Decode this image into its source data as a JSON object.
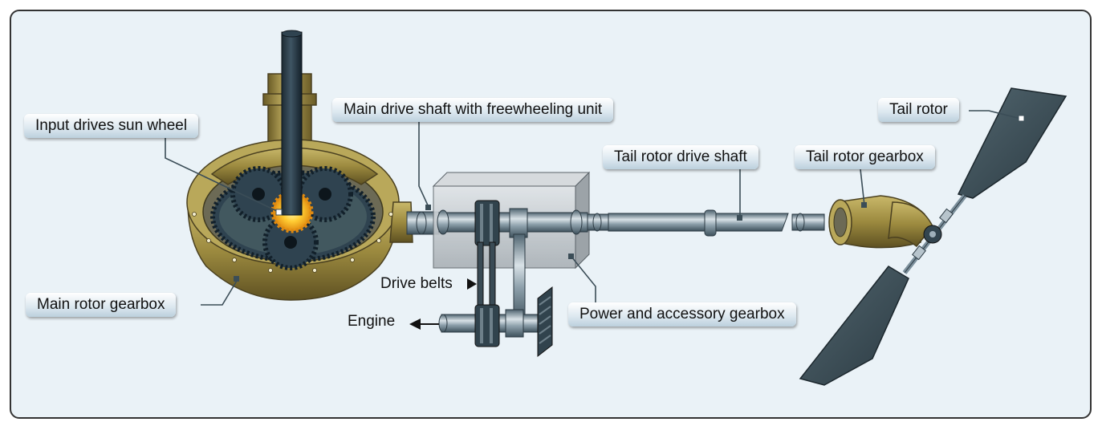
{
  "labels": {
    "input_drives_sun_wheel": "Input drives sun wheel",
    "main_drive_shaft": "Main drive shaft with freewheeling unit",
    "tail_rotor_drive_shaft": "Tail rotor drive shaft",
    "tail_rotor_gearbox": "Tail rotor gearbox",
    "tail_rotor": "Tail rotor",
    "main_rotor_gearbox": "Main rotor gearbox",
    "drive_belts": "Drive belts",
    "engine": "Engine",
    "power_accessory_gearbox": "Power and accessory gearbox"
  },
  "colors": {
    "background": "#eaf2f7",
    "gearbox_brass": "#9c8a3f",
    "shaft_steel": "#7b8f9b",
    "gear_dark": "#2f4350",
    "sun_wheel_glow": "#ffcc33",
    "housing_grey": "#b8bec3",
    "blade": "#3d4f5a"
  }
}
